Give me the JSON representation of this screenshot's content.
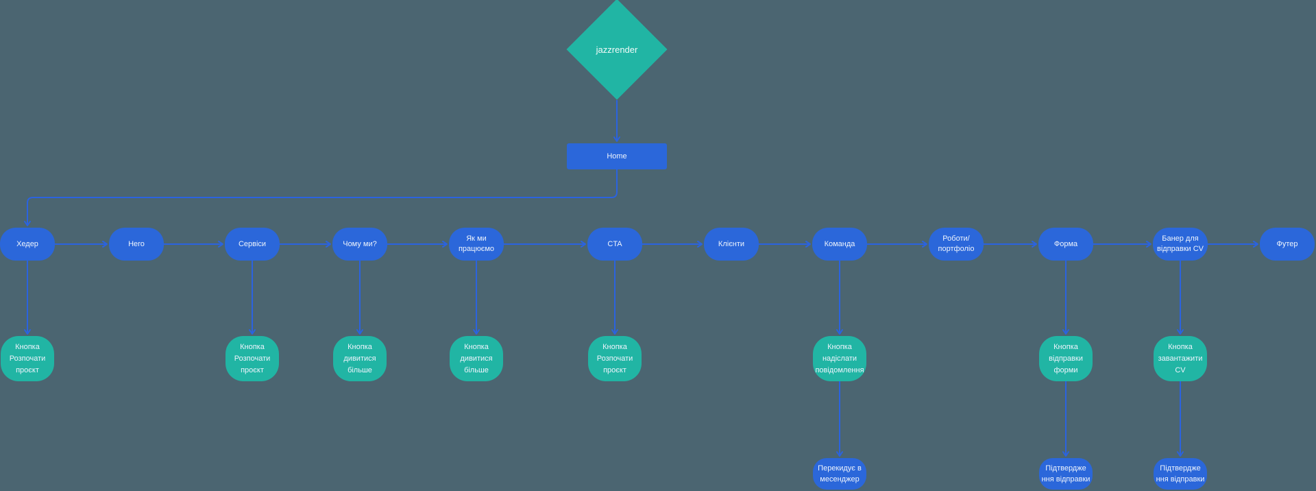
{
  "colors": {
    "background": "#4b6571",
    "node_blue": "#2b67da",
    "teal": "#21b5a4",
    "line_blue": "#2b63e0",
    "text": "#eef4fd"
  },
  "root": {
    "label": "jazzrender"
  },
  "home": {
    "label": "Home"
  },
  "sections": [
    {
      "label": "Хедер"
    },
    {
      "label": "Hero"
    },
    {
      "label": "Сервіси"
    },
    {
      "label": "Чому ми?"
    },
    {
      "label": "Як ми\nпрацюємо"
    },
    {
      "label": "CTA"
    },
    {
      "label": "Клієнти"
    },
    {
      "label": "Команда"
    },
    {
      "label": "Роботи/\nпортфоліо"
    },
    {
      "label": "Форма"
    },
    {
      "label": "Банер для\nвідправки CV"
    },
    {
      "label": "Футер"
    }
  ],
  "buttons": [
    {
      "label": "Кнопка\nРозпочати\nпроєкт"
    },
    {
      "label": "Кнопка\nРозпочати\nпроєкт"
    },
    {
      "label": "Кнопка\nдивитися\nбільше"
    },
    {
      "label": "Кнопка\nдивитися\nбільше"
    },
    {
      "label": "Кнопка\nРозпочати\nпроєкт"
    },
    {
      "label": "Кнопка\nнадіслати\nповідомлення"
    },
    {
      "label": "Кнопка\nвідправки\nформи"
    },
    {
      "label": "Кнопка\nзавантажити\nCV"
    }
  ],
  "outcomes": [
    {
      "label": "Перекидує в\nмесенджер"
    },
    {
      "label": "Підтвердже\nння відправки"
    },
    {
      "label": "Підтвердже\nння відправки"
    }
  ]
}
